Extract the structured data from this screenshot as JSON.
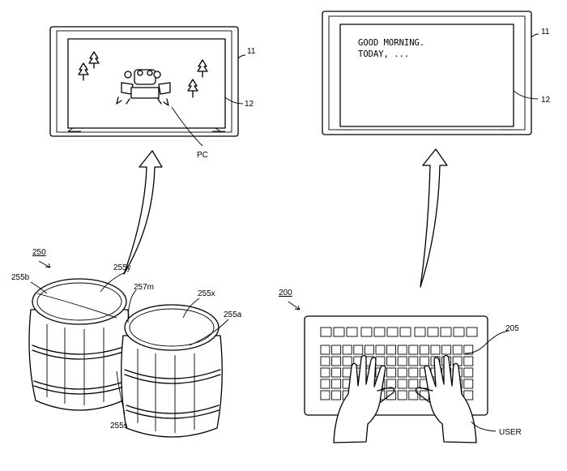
{
  "labels": {
    "device_left": "11",
    "screen_left": "12",
    "character": "PC",
    "device_right": "11",
    "screen_right": "12",
    "controller_set": "250",
    "drum_left": "255b",
    "drum_left_top": "255y",
    "connector": "257m",
    "drum_right_top": "255x",
    "drum_right": "255a",
    "sensor": "255s",
    "keyboard_system": "200",
    "keyboard": "205",
    "user": "USER"
  },
  "screen_text": {
    "line1": "GOOD MORNING.",
    "line2": "TODAY, ..."
  }
}
